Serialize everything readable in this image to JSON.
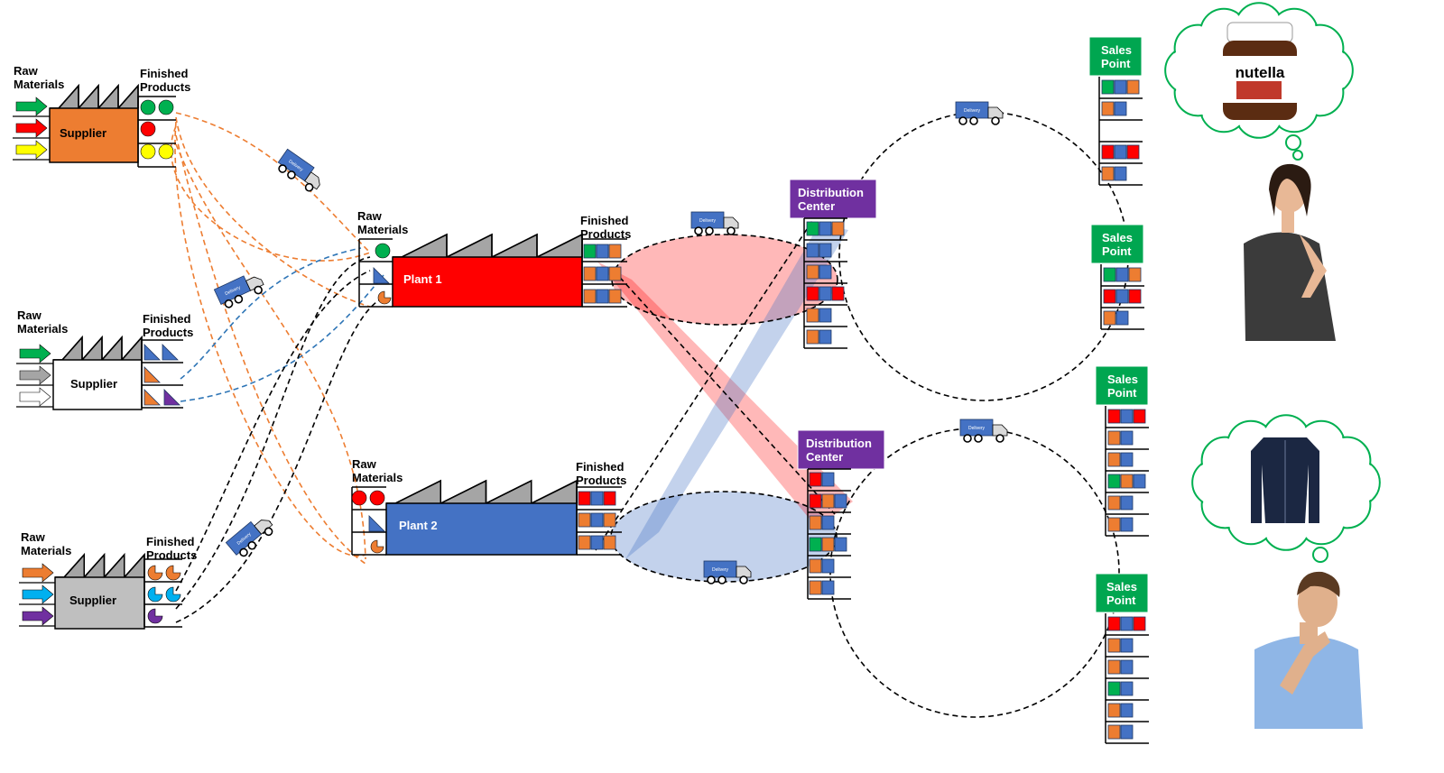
{
  "labels": {
    "raw_materials": "Raw\nMaterials",
    "finished_products": "Finished\nProducts",
    "supplier": "Supplier",
    "plant1": "Plant 1",
    "plant2": "Plant 2",
    "distribution_center": "Distribution\nCenter",
    "sales_point": "Sales\nPoint",
    "delivery": "Delivery",
    "nutella": "nutella"
  },
  "colors": {
    "supplier1": "#ED7D31",
    "supplier2": "#FFFFFF",
    "supplier3": "#BFBFBF",
    "plant1": "#FF0000",
    "plant2": "#4472C4",
    "dc": "#7030A0",
    "sales": "#00A650",
    "orange": "#ED7D31",
    "blue": "#4472C4",
    "red": "#FF0000",
    "green": "#00B050",
    "yellow": "#FFFF00",
    "gray": "#A5A5A5",
    "purple": "#7030A0",
    "cloud": "#00B050"
  }
}
